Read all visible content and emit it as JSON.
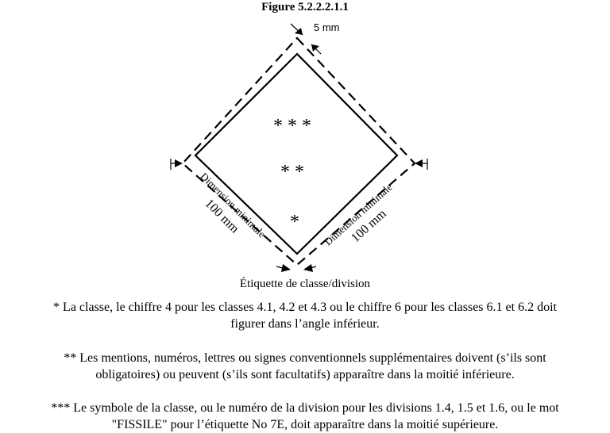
{
  "figure": {
    "title": "Figure 5.2.2.2.1.1",
    "margin_label": "5 mm",
    "stars_top": "* * *",
    "stars_middle": "* *",
    "star_bottom": "*",
    "left_dim_label": "Dimension minimale",
    "left_dim_value": "100 mm",
    "right_dim_label": "Dimension minimale",
    "right_dim_value": "100 mm",
    "caption": "Étiquette de classe/division"
  },
  "notes": [
    {
      "line1": "* La classe, le chiffre 4 pour les classes 4.1, 4.2 et 4.3 ou le chiffre 6 pour les classes 6.1 et 6.2 doit",
      "line2": "figurer dans l’angle inférieur."
    },
    {
      "line1": "** Les mentions, numéros, lettres ou signes conventionnels supplémentaires doivent (s’ils sont",
      "line2": "obligatoires) ou peuvent (s’ils sont facultatifs) apparaître dans la moitié inférieure."
    },
    {
      "line1": "*** Le symbole de la classe, ou le numéro de la division pour les divisions 1.4, 1.5 et 1.6, ou le mot",
      "line2": "\"FISSILE\" pour l’étiquette No 7E, doit apparaître dans la moitié supérieure."
    }
  ]
}
